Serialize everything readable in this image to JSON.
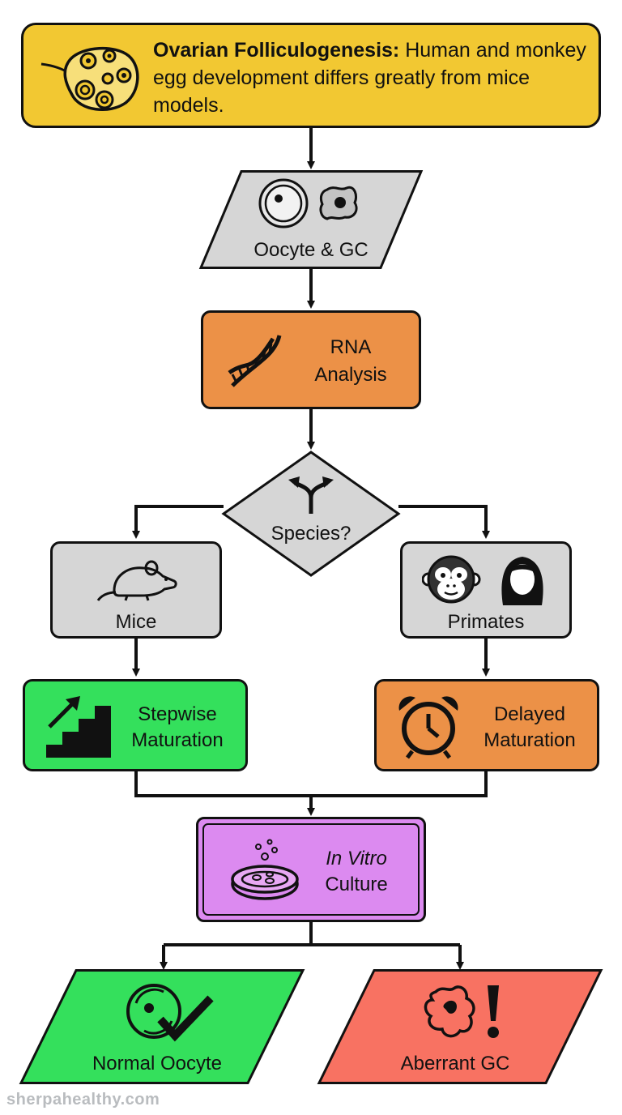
{
  "header": {
    "title": "Ovarian Folliculogenesis:",
    "text": "Human and monkey egg development differs greatly from mice models.",
    "icon": "follicle-icon"
  },
  "nodes": {
    "oocyte_gc": {
      "label": "Oocyte & GC",
      "icon": "oocyte-cell-icon",
      "color": "#d6d6d6"
    },
    "rna": {
      "line1": "RNA",
      "line2": "Analysis",
      "icon": "dna-helix-icon",
      "color": "#ec9147"
    },
    "species": {
      "label": "Species?",
      "icon": "split-arrow-icon",
      "color": "#d6d6d6"
    },
    "mice": {
      "label": "Mice",
      "icon": "mouse-icon",
      "color": "#d6d6d6"
    },
    "primates": {
      "label": "Primates",
      "icon": "monkey-woman-icon",
      "color": "#d6d6d6"
    },
    "stepwise": {
      "line1": "Stepwise",
      "line2": "Maturation",
      "icon": "stairs-arrow-icon",
      "color": "#34e05c"
    },
    "delayed": {
      "line1": "Delayed",
      "line2": "Maturation",
      "icon": "alarm-clock-icon",
      "color": "#ec9147"
    },
    "culture": {
      "line1": "In Vitro",
      "line2": "Culture",
      "icon": "petri-dish-icon",
      "color": "#dc8af0"
    },
    "normal": {
      "label": "Normal Oocyte",
      "icon": "oocyte-check-icon",
      "color": "#34e05c"
    },
    "aberrant": {
      "label": "Aberrant GC",
      "icon": "cell-warning-icon",
      "color": "#f87262"
    }
  },
  "watermark": "sherpahealthy.com"
}
